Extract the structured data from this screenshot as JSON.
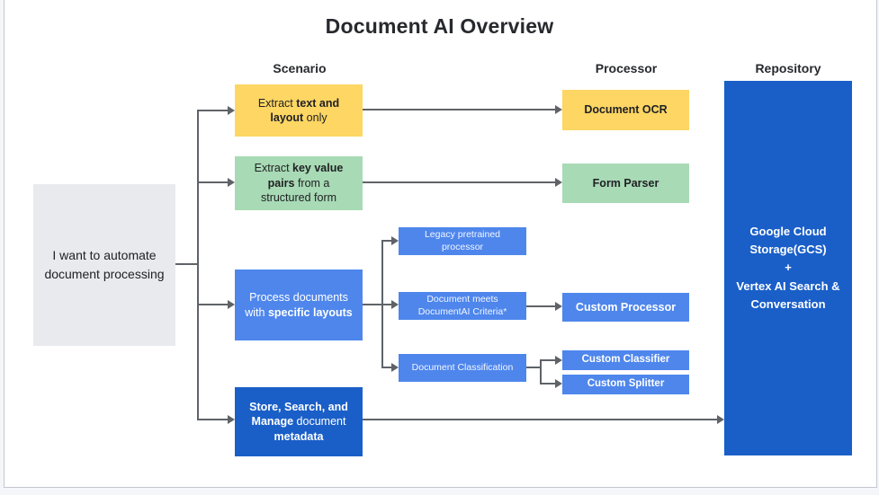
{
  "title": "Document AI Overview",
  "columns": {
    "scenario": "Scenario",
    "processor": "Processor",
    "repository": "Repository"
  },
  "root": {
    "text": "I want to automate document processing"
  },
  "scenarios": {
    "extract_text": {
      "pre": "Extract ",
      "bold": "text and layout",
      "post": " only"
    },
    "extract_kv": {
      "pre": "Extract ",
      "bold": "key value pairs",
      "post": " from a structured form"
    },
    "specific_layouts": {
      "pre": "Process documents with ",
      "bold": "specific layouts",
      "post": ""
    },
    "store_search": {
      "bold1": "Store, Search, and Manage",
      "mid": " document ",
      "bold2": "metadata"
    }
  },
  "decisions": {
    "legacy": "Legacy pretrained processor",
    "criteria": "Document meets DocumentAI Criteria*",
    "classification": "Document Classification"
  },
  "processors": {
    "ocr": "Document OCR",
    "form_parser": "Form Parser",
    "custom_processor": "Custom Processor",
    "custom_classifier": "Custom Classifier",
    "custom_splitter": "Custom Splitter"
  },
  "repository": {
    "line1": "Google Cloud Storage(GCS)",
    "line2": "+",
    "line3": "Vertex AI Search & Conversation"
  },
  "colors": {
    "yellow": "#FDD663",
    "green": "#A8DAB5",
    "blue": "#4E86EC",
    "dark_blue": "#1A5FC8",
    "root_gray": "#E8EAED",
    "connector": "#5F6368"
  }
}
